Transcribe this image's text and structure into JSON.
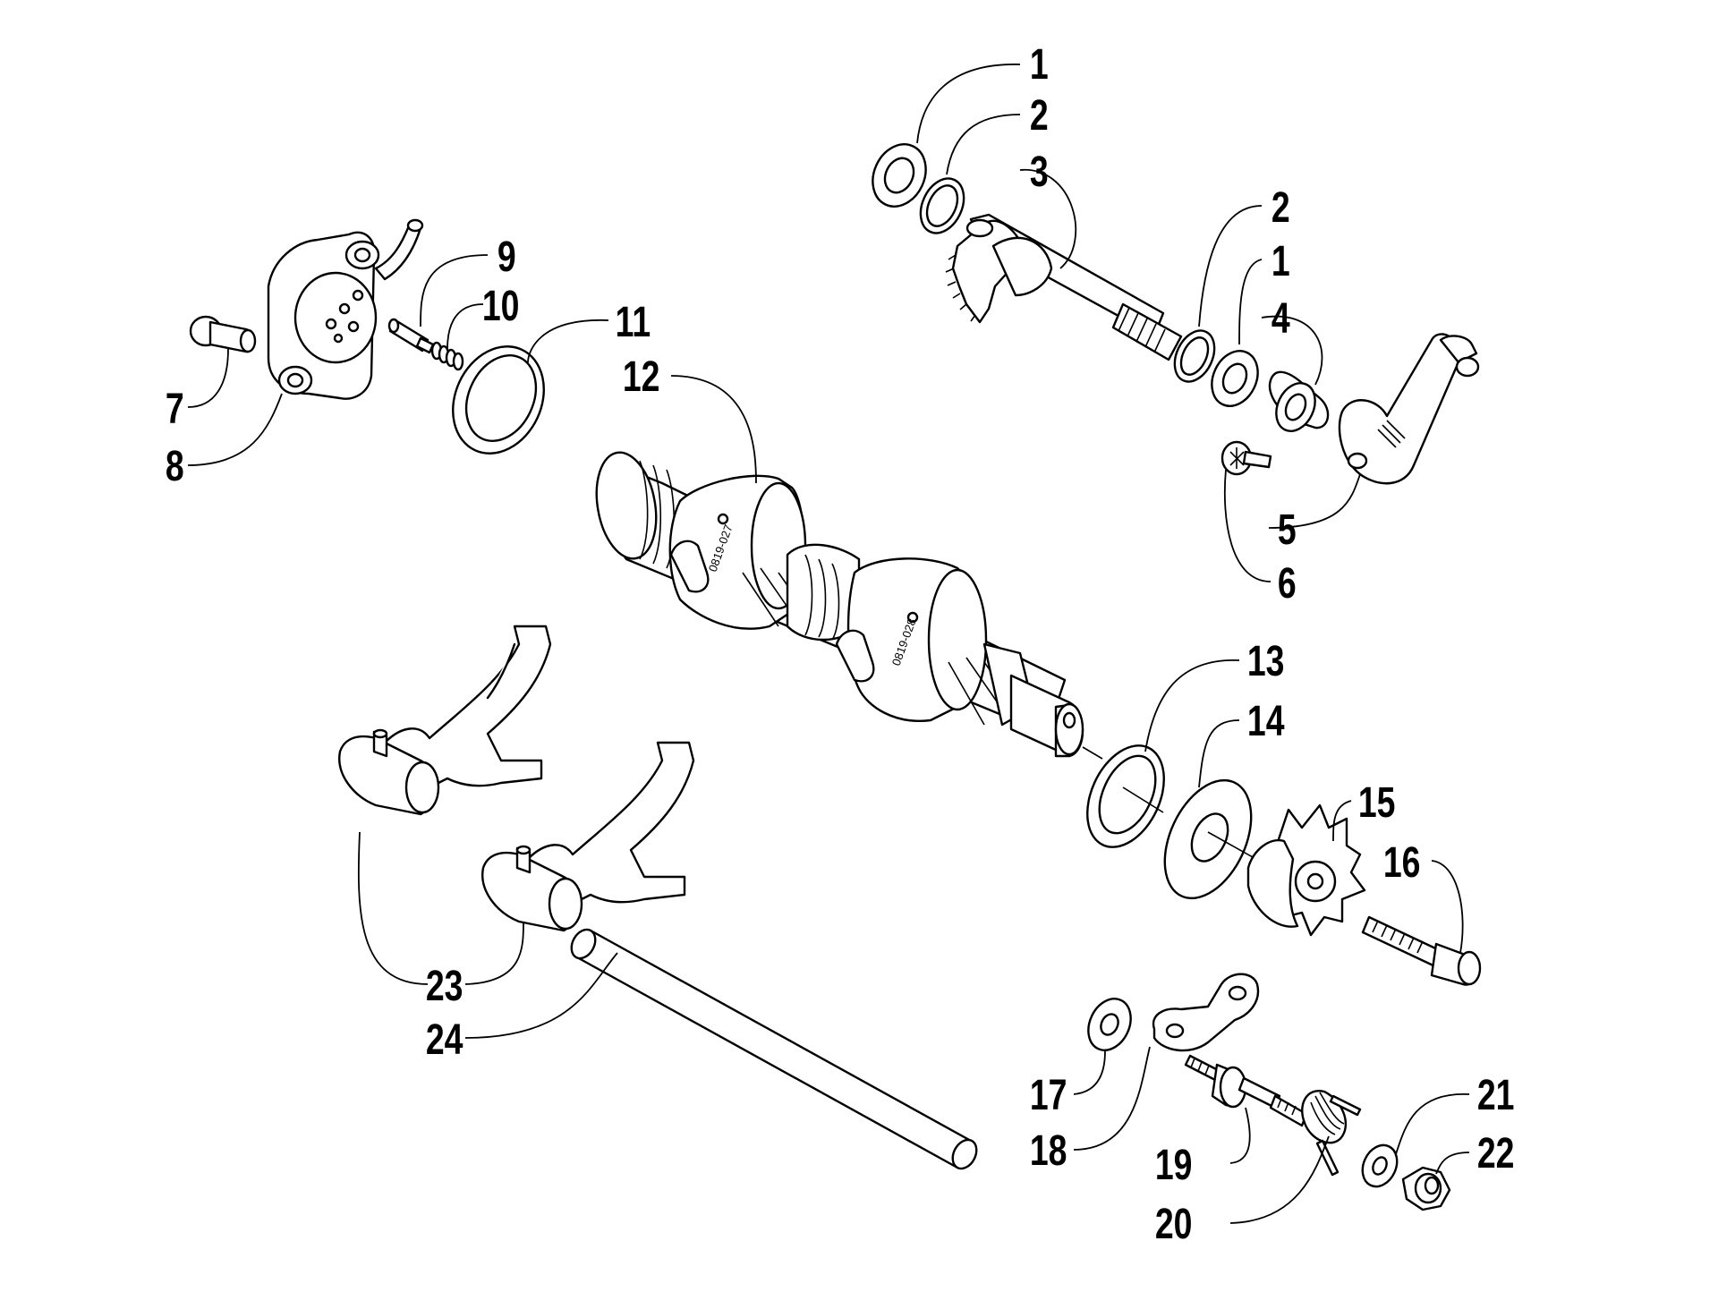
{
  "diagram": {
    "type": "exploded parts diagram",
    "callouts": [
      "1",
      "2",
      "3",
      "2",
      "1",
      "4",
      "5",
      "6",
      "7",
      "8",
      "9",
      "10",
      "11",
      "12",
      "13",
      "14",
      "15",
      "16",
      "17",
      "18",
      "19",
      "20",
      "21",
      "22",
      "23",
      "24"
    ],
    "drum_stamps": [
      "0819-027",
      "0819-028"
    ]
  }
}
